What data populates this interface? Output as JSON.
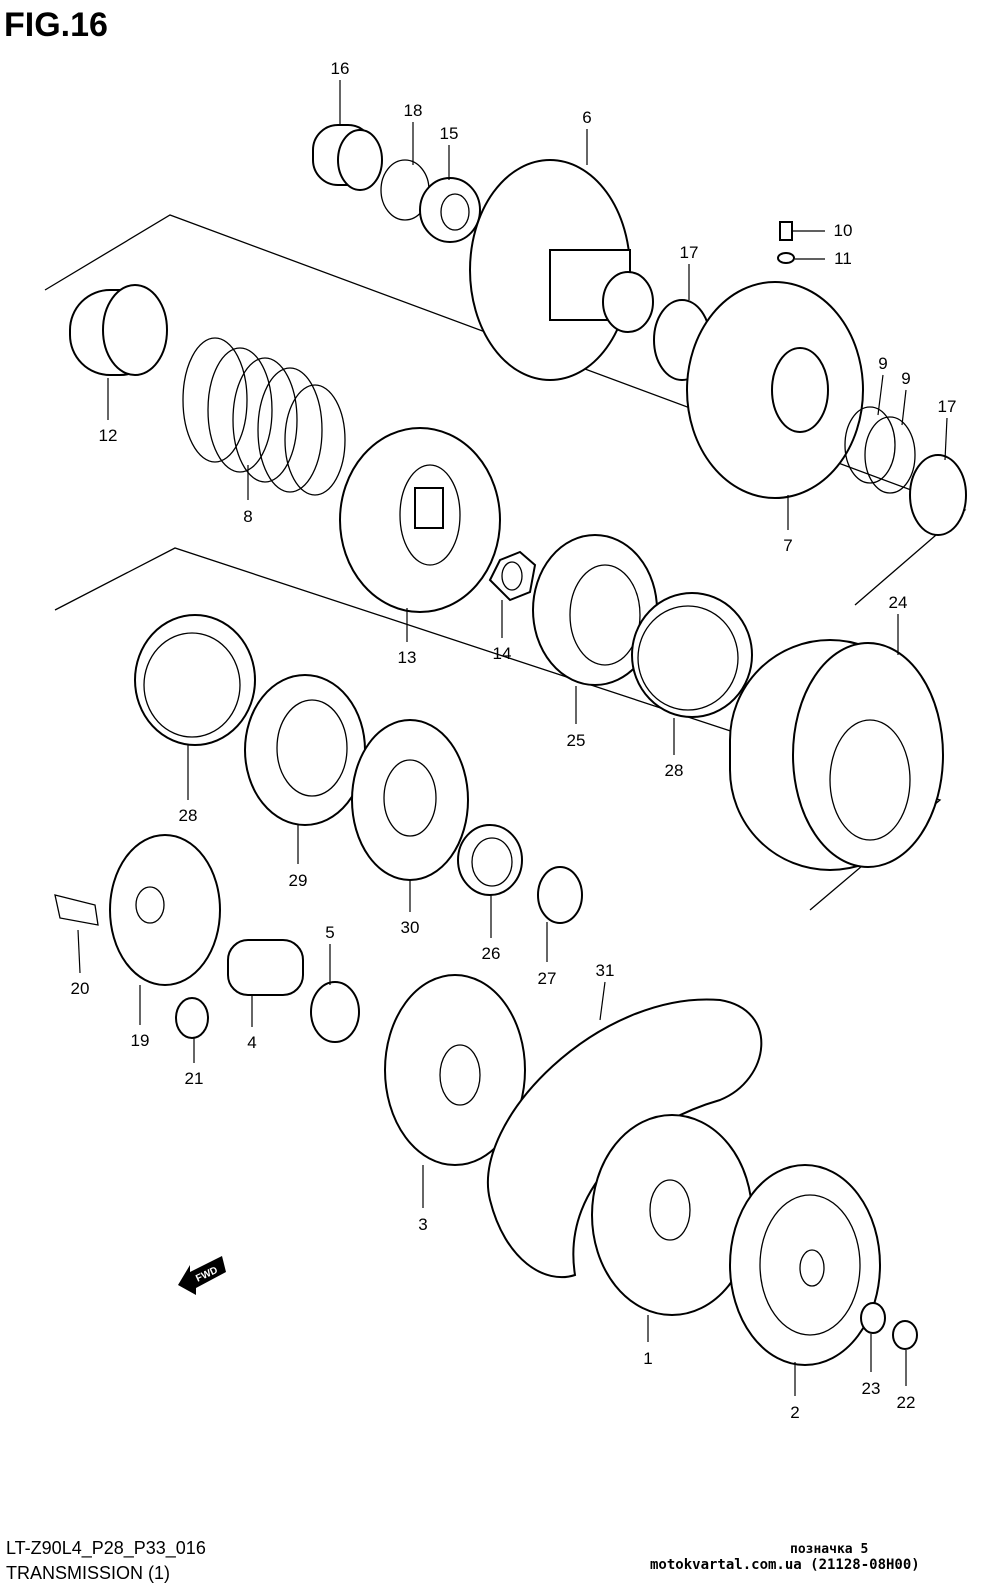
{
  "figure_title": "FIG.16",
  "diagram_code": "LT-Z90L4_P28_P33_016",
  "diagram_subtitle": "TRANSMISSION (1)",
  "watermark_line1": "позначка 5",
  "watermark_line2": "motokvartal.com.ua (21128-08H00)",
  "fwd_label": "FWD",
  "part_labels": [
    "16",
    "18",
    "15",
    "6",
    "10",
    "11",
    "17",
    "12",
    "8",
    "9",
    "9",
    "17",
    "7",
    "13",
    "14",
    "25",
    "24",
    "28",
    "29",
    "28",
    "30",
    "26",
    "27",
    "20",
    "19",
    "5",
    "4",
    "21",
    "31",
    "3",
    "1",
    "2",
    "23",
    "22"
  ]
}
